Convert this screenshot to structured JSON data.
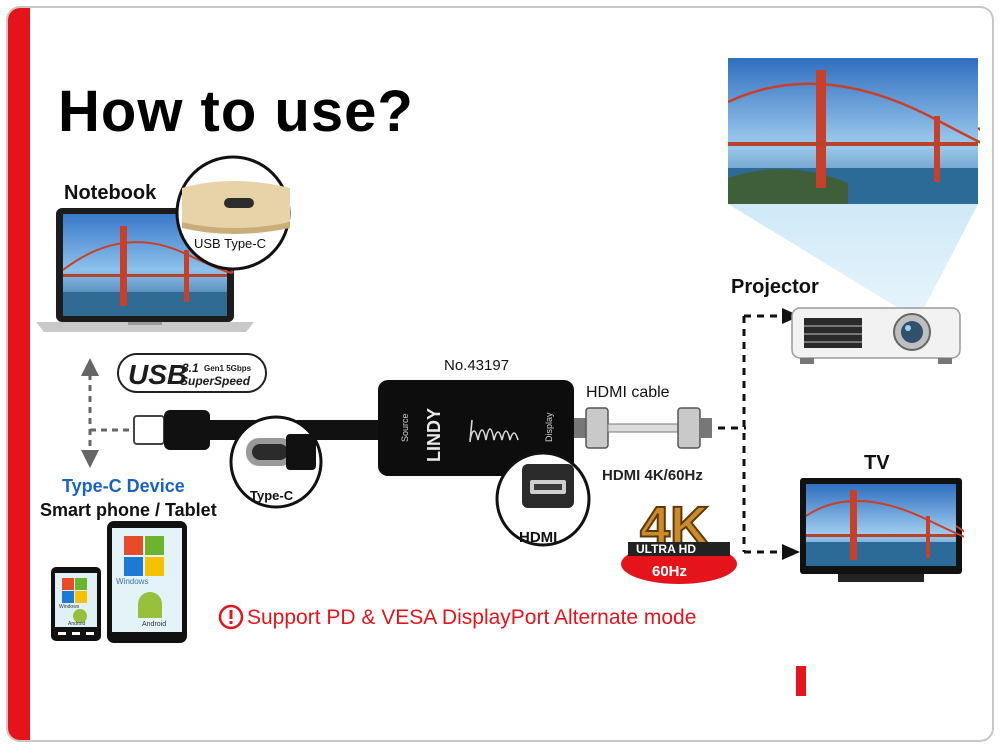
{
  "title": "How to use?",
  "labels": {
    "notebook": "Notebook",
    "usb_type_c": "USB Type-C",
    "usb_logo_main": "USB",
    "usb_logo_ver": "3.1",
    "usb_logo_gen": "Gen1 5Gbps",
    "usb_logo_speed": "SuperSpeed",
    "type_c_device": "Type-C Device",
    "smart_phone_tablet": "Smart phone / Tablet",
    "type_c": "Type-C",
    "model_number": "No.43197",
    "adapter_brand": "LINDY",
    "adapter_source": "Source",
    "adapter_display": "Display",
    "hdmi_cable": "HDMI cable",
    "hdmi_4k": "HDMI 4K/60Hz",
    "hdmi": "HDMI",
    "badge_4k": "4K",
    "badge_ultra": "ULTRA HD",
    "badge_60hz": "60Hz",
    "projector": "Projector",
    "tv": "TV",
    "tablet_os_1": "Windows",
    "tablet_os_2": "Android",
    "phone_os_1": "Windows",
    "phone_os_2": "Android",
    "support_note": "Support PD & VESA DisplayPort Alternate mode",
    "brand": "LINDY"
  },
  "colors": {
    "accent_red": "#e5141b",
    "type_c_blue": "#1a63c6",
    "cable": "#111111",
    "badge_gold": "#d9a441"
  },
  "icons": {
    "warning": "exclamation-circle-icon",
    "arrow": "arrow-icon"
  }
}
